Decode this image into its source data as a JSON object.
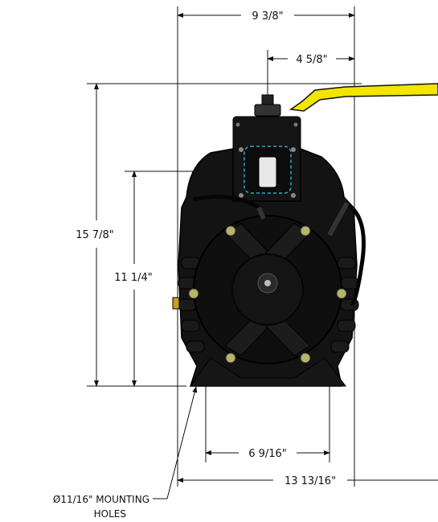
{
  "dimensions": {
    "overall_width": "9 3/8\"",
    "shaft_to_edge": "4 5/8\"",
    "overall_height": "15 7/8\"",
    "shaft_height": "11 1/4\"",
    "mount_spacing": "6 9/16\"",
    "overall_length": "13 13/16\""
  },
  "callout": {
    "line1": "Ø11/16\" MOUNTING",
    "line2": "HOLES"
  },
  "colors": {
    "handle": "#f2e500",
    "body": "#111111",
    "bolt": "#b8b36a",
    "accent": "#2fa6c8"
  }
}
